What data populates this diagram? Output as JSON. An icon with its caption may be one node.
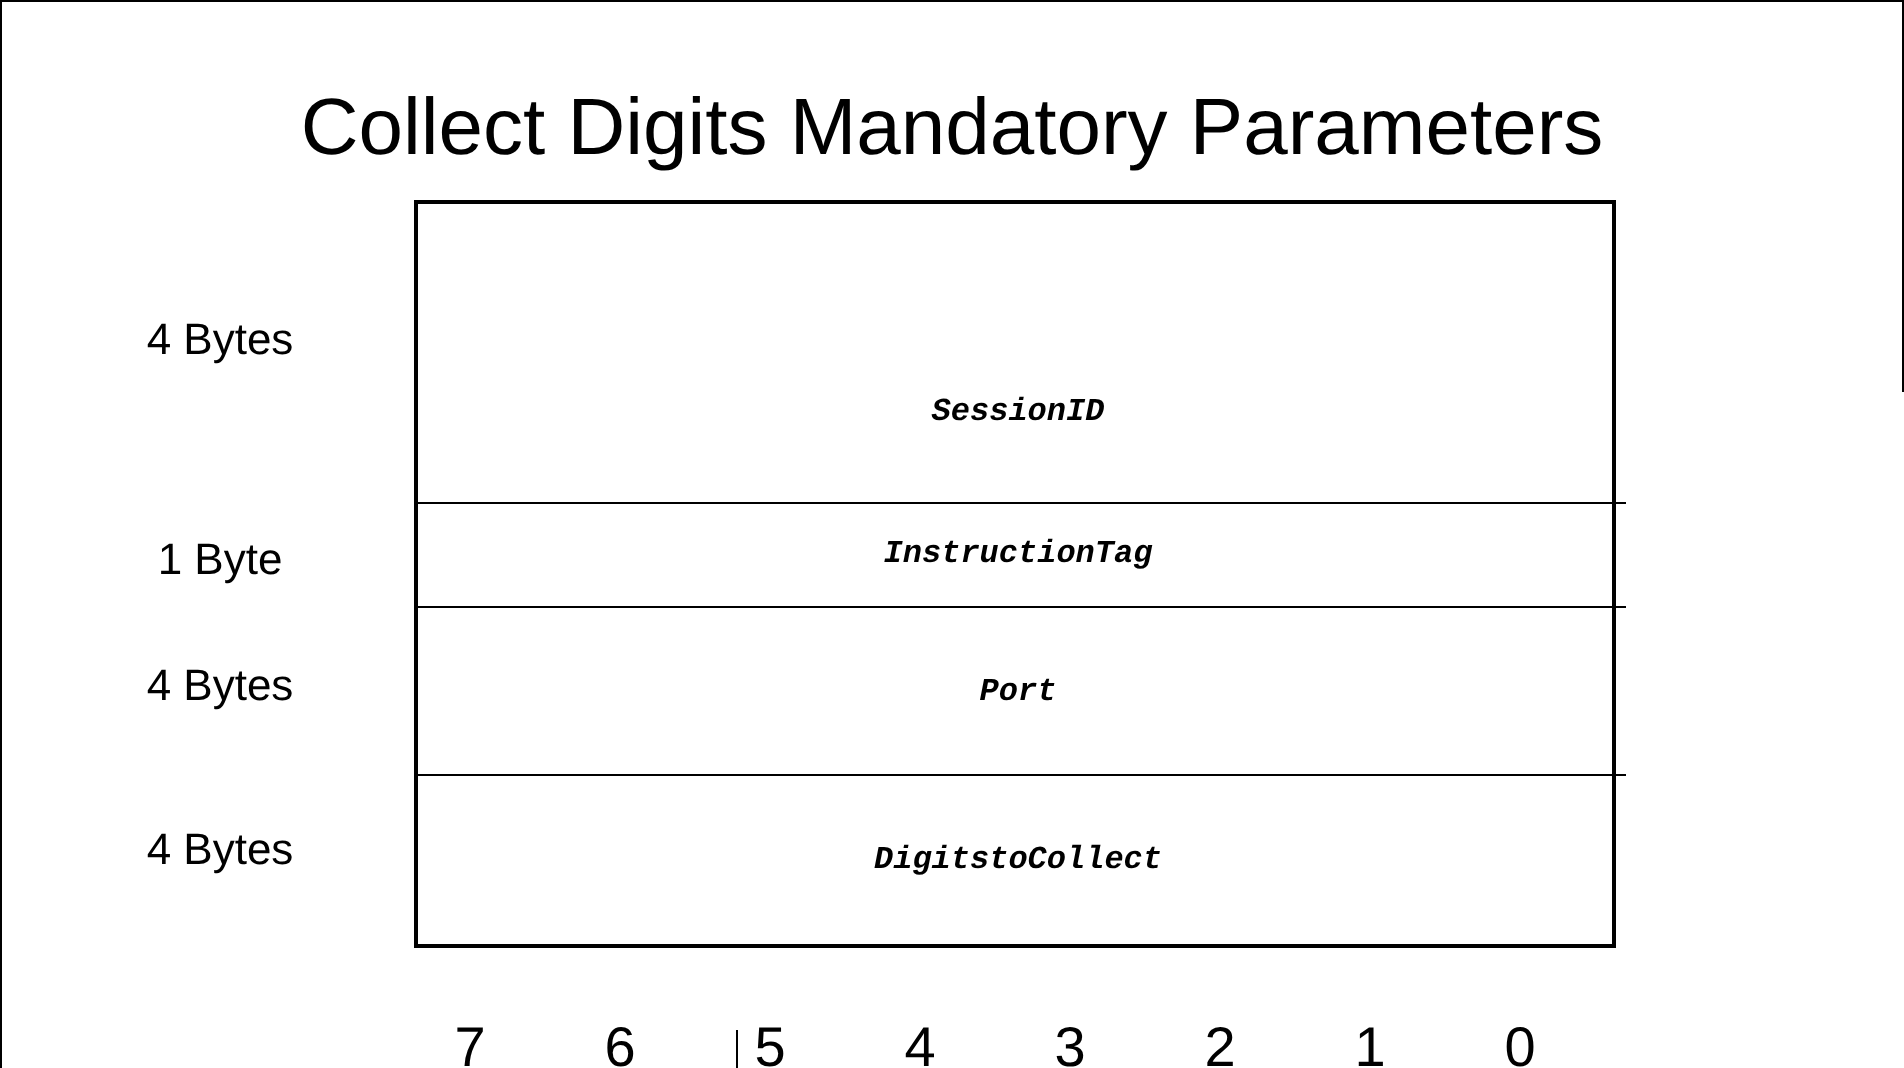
{
  "diagram": {
    "title": "Collect Digits Mandatory Parameters",
    "nodes": [
      {
        "text": [],
        "shape": "box"
      },
      {
        "text": [
          "SessionID"
        ],
        "in": 0
      },
      {
        "text": [
          "InstructionTag"
        ],
        "in": 0
      },
      {
        "text": [
          "Port"
        ],
        "in": 0
      },
      {
        "text": [
          "DigitstoCollect"
        ],
        "in": 0
      }
    ],
    "edges": [],
    "labels": [
      "4 Bytes",
      "1 Byte",
      "4 Bytes",
      "4 Bytes",
      "7",
      "6",
      "5",
      "4",
      "3",
      "2",
      "1",
      "0"
    ]
  }
}
